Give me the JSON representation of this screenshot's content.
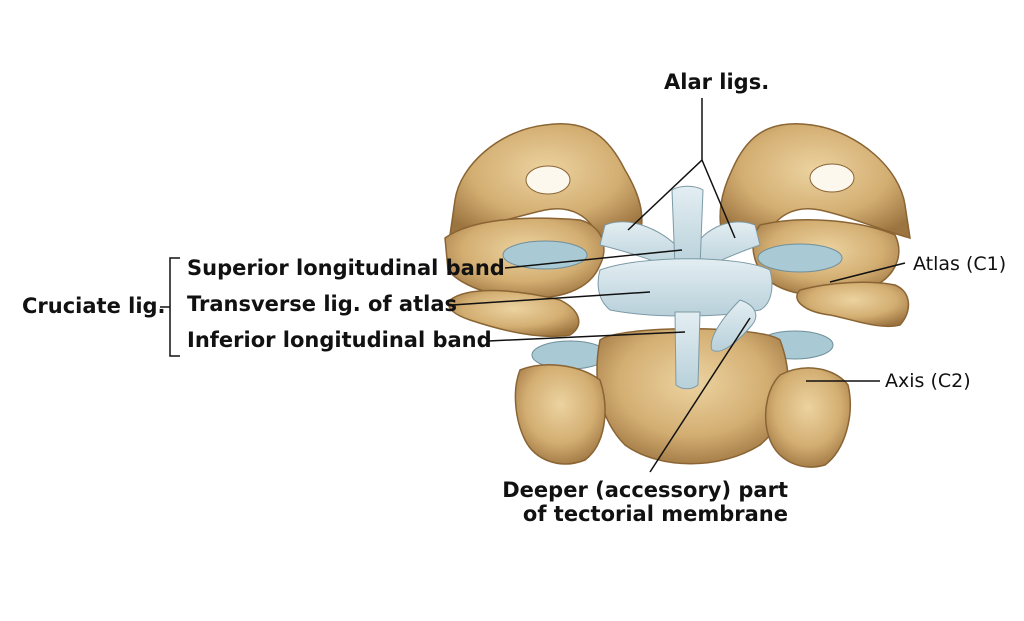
{
  "labels": {
    "alar": "Alar ligs.",
    "cruciate": "Cruciate lig.",
    "superior_band": "Superior longitudinal band",
    "transverse": "Transverse lig. of atlas",
    "inferior_band": "Inferior longitudinal band",
    "atlas": "Atlas (C1)",
    "axis": "Axis (C2)",
    "deeper_line1": "Deeper (accessory) part",
    "deeper_line2": "of tectorial membrane"
  },
  "colors": {
    "bone": "#d8b57a",
    "bone_shadow": "#a07640",
    "ligament": "#c9dde6",
    "cartilage": "#9fc3cf",
    "leader": "#111111"
  }
}
